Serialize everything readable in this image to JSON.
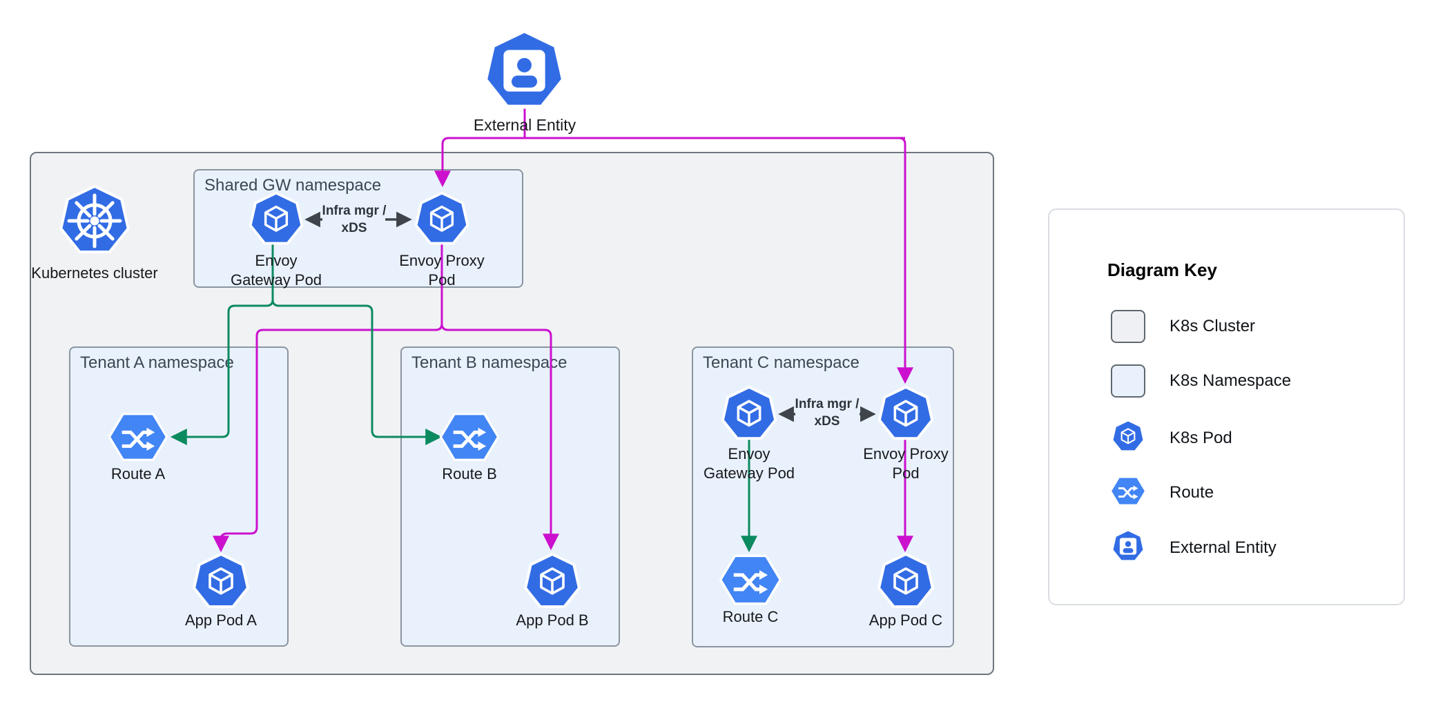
{
  "diagram": {
    "external_entity_label": "External Entity",
    "cluster_label": "Kubernetes cluster",
    "shared_namespace": {
      "title": "Shared GW namespace",
      "gateway_pod_label": "Envoy\nGateway Pod",
      "proxy_pod_label": "Envoy Proxy\nPod",
      "link_label": "Infra mgr /\nxDS"
    },
    "tenant_a": {
      "title": "Tenant A namespace",
      "route_label": "Route A",
      "app_pod_label": "App Pod A"
    },
    "tenant_b": {
      "title": "Tenant B namespace",
      "route_label": "Route B",
      "app_pod_label": "App Pod B"
    },
    "tenant_c": {
      "title": "Tenant C namespace",
      "gateway_pod_label": "Envoy\nGateway Pod",
      "proxy_pod_label": "Envoy Proxy\nPod",
      "link_label": "Infra mgr /\nxDS",
      "route_label": "Route C",
      "app_pod_label": "App Pod C"
    }
  },
  "key": {
    "title": "Diagram Key",
    "items": [
      {
        "label": "K8s Cluster",
        "symbol": "cluster-swatch"
      },
      {
        "label": "K8s Namespace",
        "symbol": "namespace-swatch"
      },
      {
        "label": "K8s Pod",
        "symbol": "pod-icon"
      },
      {
        "label": "Route",
        "symbol": "route-icon"
      },
      {
        "label": "External Entity",
        "symbol": "external-entity-icon"
      }
    ]
  },
  "colors": {
    "pod_blue": "#326CE5",
    "route_blue": "#4285F4",
    "traffic_magenta": "#CB10CE",
    "config_green": "#0C8A5F",
    "xds_arrow_dark": "#3E4449",
    "cluster_fill": "#F0F2F4",
    "namespace_fill": "#E9F1FC"
  }
}
